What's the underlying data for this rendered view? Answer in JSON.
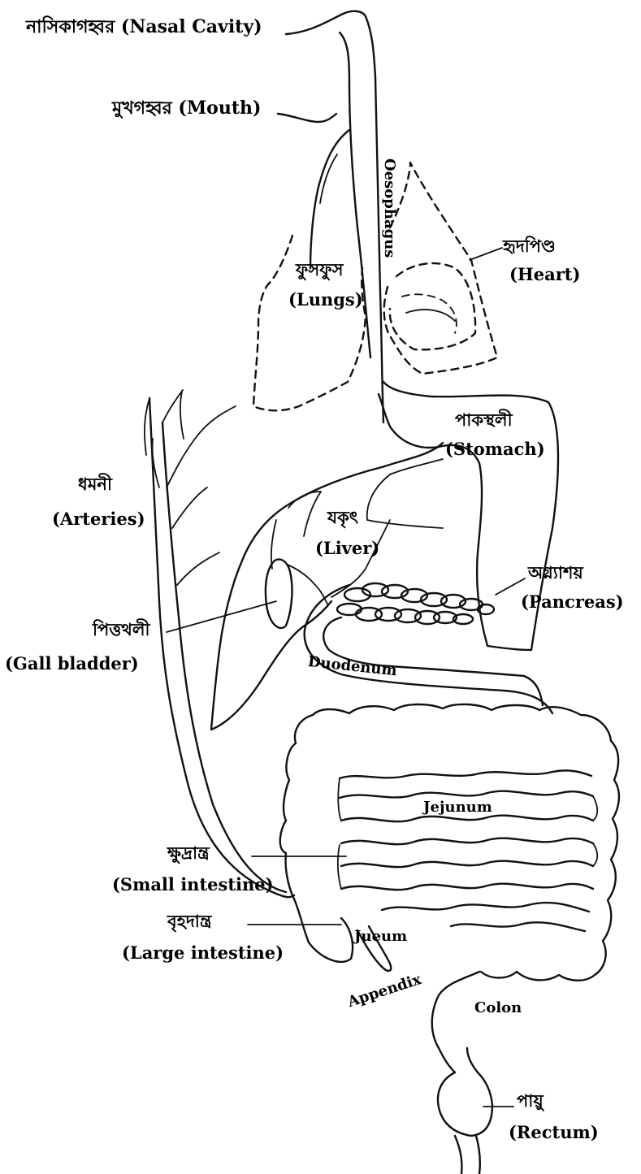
{
  "labels": {
    "nasal_bn": "নাসিকাগহ্বর",
    "nasal_en": "(Nasal Cavity)",
    "mouth_bn": "মুখগহ্বর",
    "mouth_en": "(Mouth)",
    "oesophagus": "Oesophagus",
    "heart_bn": "হৃদপিণ্ড",
    "heart_en": "(Heart)",
    "lungs_bn": "ফুসফুস",
    "lungs_en": "(Lungs)",
    "stomach_bn": "পাকস্থলী",
    "stomach_en": "(Stomach)",
    "arteries_bn": "ধমনী",
    "arteries_en": "(Arteries)",
    "liver_bn": "যকৃৎ",
    "liver_en": "(Liver)",
    "pancreas_bn": "অগ্ন্যাশয়",
    "pancreas_en": "(Pancreas)",
    "gall_bn": "পিত্তথলী",
    "gall_en": "(Gall bladder)",
    "duodenum": "Duodenum",
    "jejunum": "Jejunum",
    "small_bn": "ক্ষুদ্রান্ত্র",
    "small_en": "(Small intestine)",
    "large_bn": "বৃহদান্ত্র",
    "large_en": "(Large intestine)",
    "ileum": "Jueum",
    "appendix": "Appendix",
    "colon": "Colon",
    "rectum_bn": "পায়ু",
    "rectum_en": "(Rectum)"
  }
}
